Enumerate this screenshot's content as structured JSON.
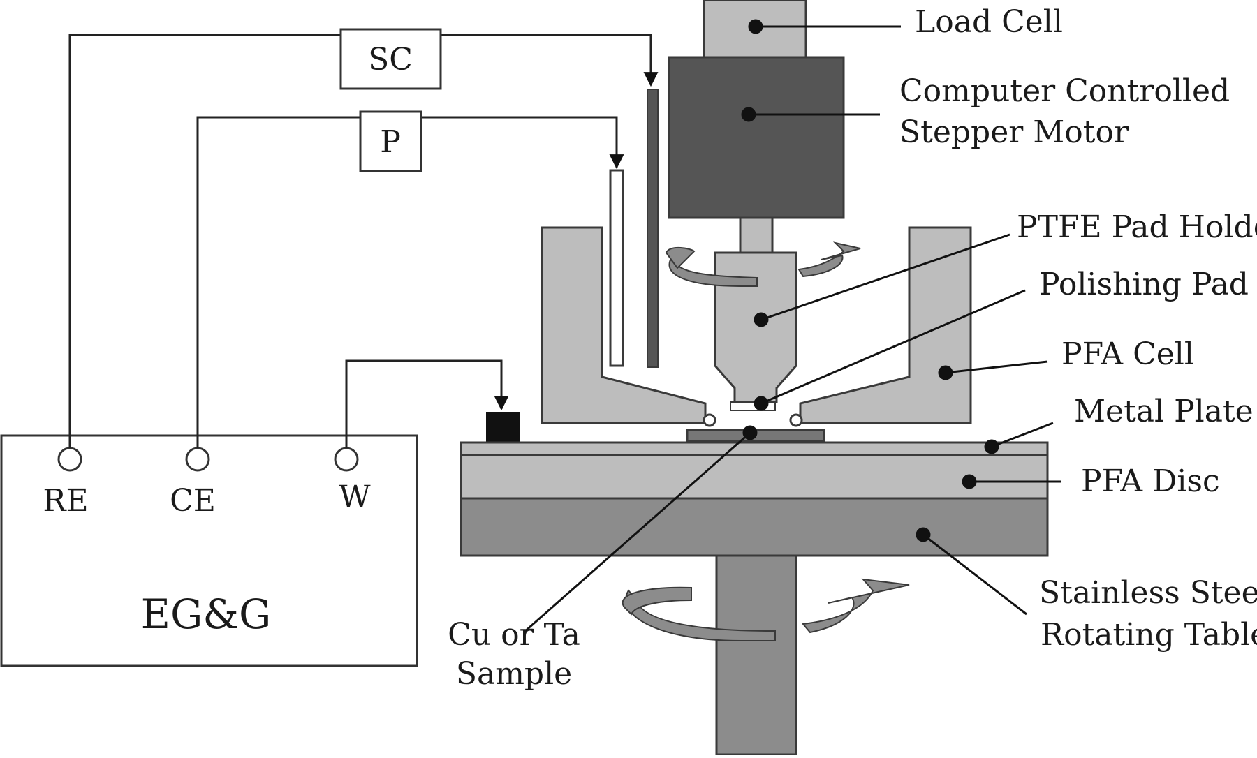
{
  "diagram": {
    "colors": {
      "light_gray": "#bdbdbd",
      "mid_gray": "#8c8c8c",
      "dark_gray": "#555555",
      "outline": "#3a3a3a",
      "black": "#111111"
    },
    "instrument": {
      "name": "EG&G",
      "terminals": [
        "RE",
        "CE",
        "W"
      ]
    },
    "boxes": {
      "sc": "SC",
      "p": "P"
    },
    "labels": {
      "load_cell": "Load Cell",
      "stepper_line1": "Computer Controlled",
      "stepper_line2": "Stepper Motor",
      "pad_holder": "PTFE Pad Holder",
      "polishing_pad": "Polishing Pad",
      "pfa_cell": "PFA Cell",
      "metal_plate": "Metal Plate",
      "pfa_disc": "PFA Disc",
      "table_line1": "Stainless Steel",
      "table_line2": "Rotating Table",
      "sample_line1": "Cu or Ta",
      "sample_line2": "Sample"
    },
    "icons": [
      "rotation-arrow-icon",
      "arrowhead-icon"
    ]
  }
}
